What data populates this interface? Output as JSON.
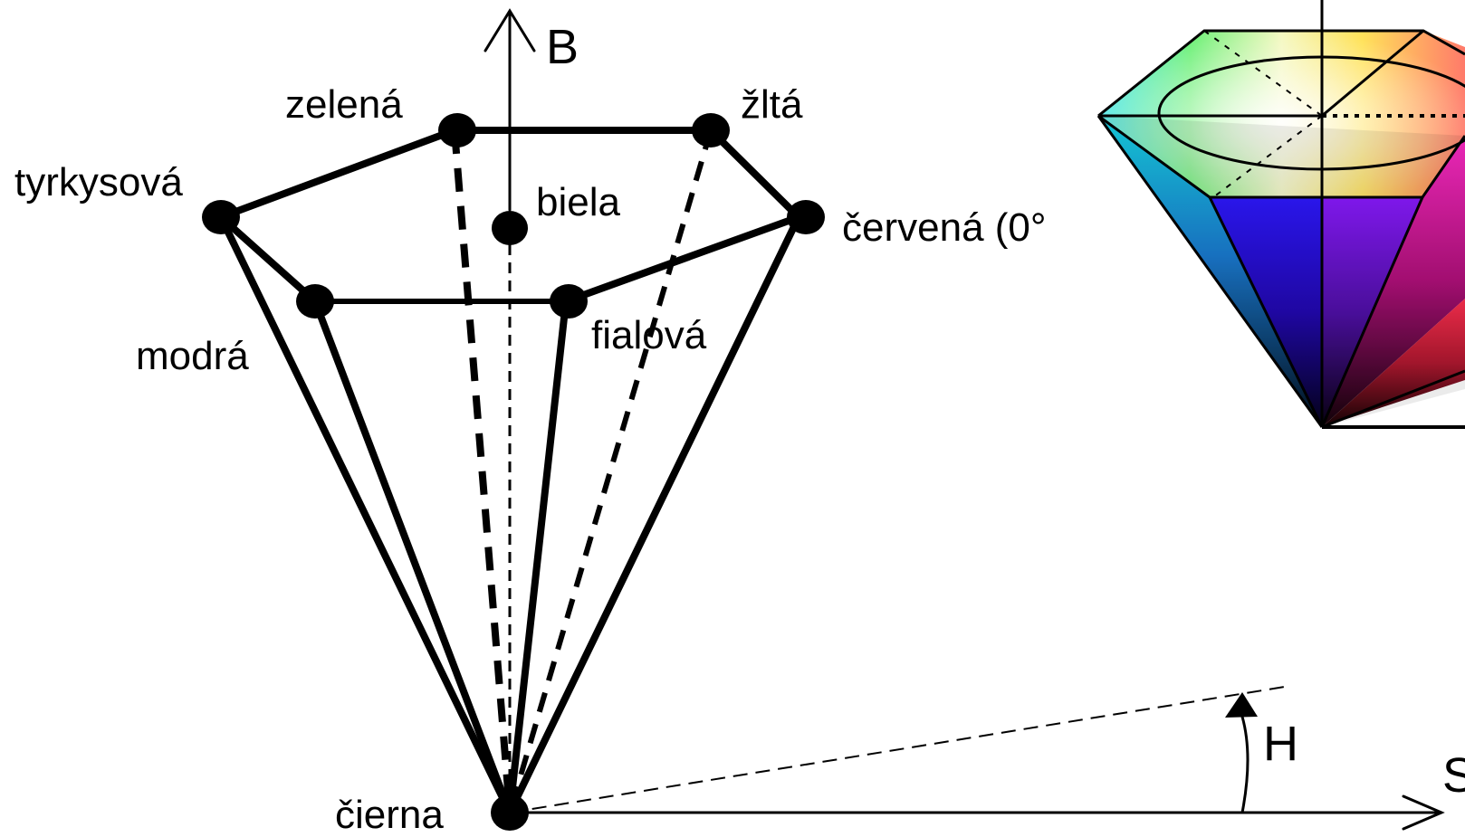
{
  "labels": {
    "axis_b": "B",
    "axis_h": "H",
    "axis_s": "S",
    "green": "zelená",
    "yellow": "žltá",
    "cyan": "tyrkysová",
    "white": "biela",
    "red": "červená (0°",
    "blue": "modrá",
    "magenta": "fialová",
    "black": "čierna"
  },
  "colors": {
    "line": "#000000",
    "background": "#ffffff",
    "hue_wheel": [
      "#ff0000",
      "#ffff00",
      "#00ff00",
      "#00ffff",
      "#0000ff",
      "#ff00ff"
    ]
  }
}
